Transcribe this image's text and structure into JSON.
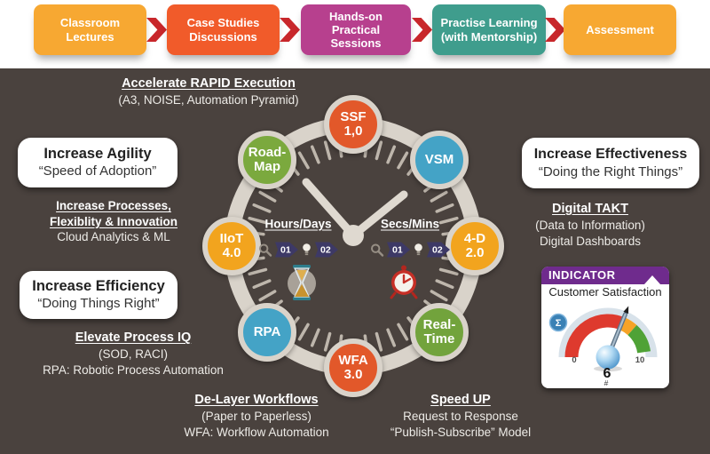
{
  "flow": {
    "arrow_color": "#C8272B",
    "steps": [
      {
        "lines": [
          "Classroom",
          "Lectures"
        ],
        "color": "#F7A832"
      },
      {
        "lines": [
          "Case Studies",
          "Discussions"
        ],
        "color": "#F15B2A"
      },
      {
        "lines": [
          "Hands-on",
          "Practical",
          "Sessions"
        ],
        "color": "#B7408E"
      },
      {
        "lines": [
          "Practise Learning",
          "(with Mentorship)"
        ],
        "color": "#3F9D8D"
      },
      {
        "lines": [
          "Assessment"
        ],
        "color": "#F7A832"
      }
    ]
  },
  "clock": {
    "left_title": "Hours/Days",
    "right_title": "Secs/Mins",
    "step_1": "01",
    "step_2": "02",
    "nodes": [
      {
        "lines": [
          "SSF",
          "1,0"
        ],
        "color": "#E2582A"
      },
      {
        "lines": [
          "VSM"
        ],
        "color": "#44A3C6"
      },
      {
        "lines": [
          "4-D",
          "2.0"
        ],
        "color": "#F2A41E"
      },
      {
        "lines": [
          "Real-",
          "Time"
        ],
        "color": "#72A33C"
      },
      {
        "lines": [
          "WFA",
          "3.0"
        ],
        "color": "#E2582A"
      },
      {
        "lines": [
          "RPA"
        ],
        "color": "#44A3C6"
      },
      {
        "lines": [
          "IIoT",
          "4.0"
        ],
        "color": "#F2A41E"
      },
      {
        "lines": [
          "Road-",
          "Map"
        ],
        "color": "#7BA93E"
      }
    ]
  },
  "left": {
    "accelerate": {
      "heading": "Accelerate RAPID Execution",
      "sub": "(A3, NOISE, Automation Pyramid)"
    },
    "agility": {
      "title": "Increase Agility",
      "subtitle": "“Speed of Adoption”"
    },
    "processes": {
      "heading1": "Increase Processes,",
      "heading2": "Flexiblity & Innovation",
      "sub": "Cloud Analytics & ML"
    },
    "efficiency": {
      "title": "Increase Efficiency",
      "subtitle": "“Doing Things Right”"
    },
    "elevate": {
      "heading": "Elevate Process IQ",
      "sub1": "(SOD, RACI)",
      "sub2": "RPA: Robotic Process Automation"
    }
  },
  "bottom": {
    "delayer": {
      "heading": "De-Layer Workflows",
      "sub1": "(Paper to Paperless)",
      "sub2": "WFA: Workflow Automation"
    },
    "speedup": {
      "heading": "Speed UP",
      "sub1": "Request to Response",
      "sub2": "“Publish-Subscribe” Model"
    }
  },
  "right": {
    "effectiveness": {
      "title": "Increase Effectiveness",
      "subtitle": "“Doing the Right Things”"
    },
    "takt": {
      "heading": "Digital TAKT",
      "sub1": "(Data to Information)",
      "sub2": "Digital Dashboards"
    }
  },
  "indicator": {
    "header": "INDICATOR",
    "title": "Customer Satisfaction",
    "scale_min": "0",
    "scale_max": "10",
    "value": "6",
    "unit": "#",
    "sigma": "Σ",
    "header_color": "#6F2B8D",
    "arc_colors": {
      "background": "#D8E2EA",
      "red": "#DE3A2E",
      "orange": "#F6A327",
      "green": "#4FA236"
    }
  },
  "colors": {
    "canvas_dark": "#4A423E",
    "clock_ring": "#D9D3CA",
    "clock_hands": "#DFD9D0",
    "step_arrow_indigo": "#3D3966"
  },
  "icons": {
    "flow_arrow": "chevron-right-icon",
    "magnifier": "magnifier-icon",
    "lightbulb": "lightbulb-icon",
    "hourglass": "hourglass-icon",
    "alarm_clock": "alarm-clock-icon",
    "sigma": "sigma-icon"
  }
}
